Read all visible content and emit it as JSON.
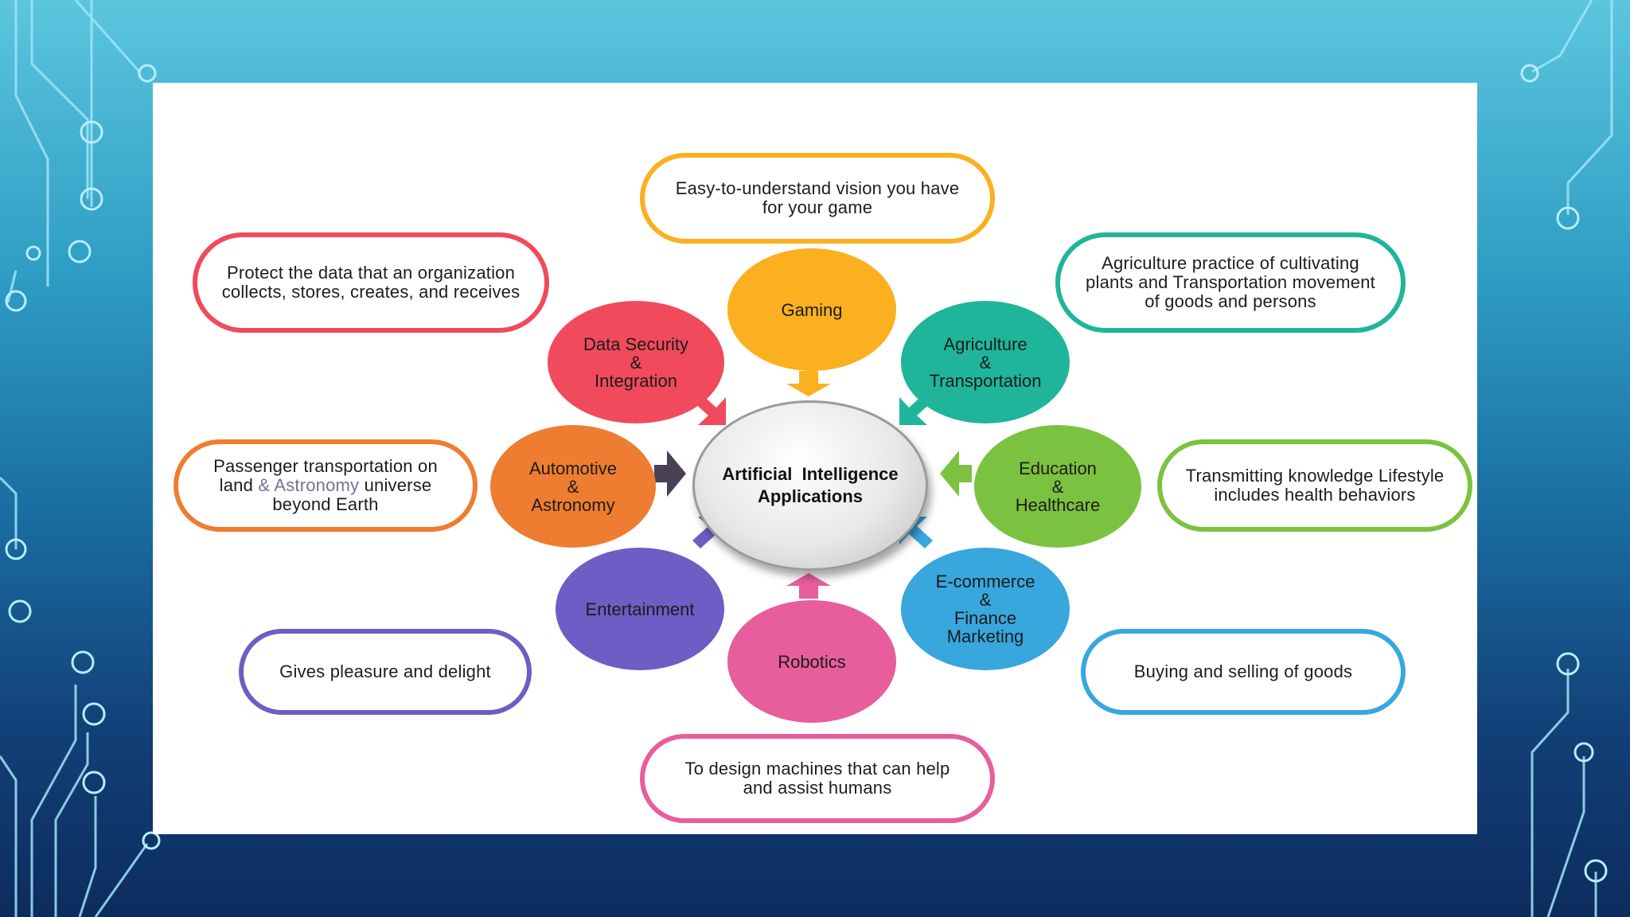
{
  "colors": {
    "gaming": "#fbb01f",
    "data_security": "#f04a5c",
    "agriculture": "#1fb59a",
    "automotive": "#ee7d31",
    "education": "#7cc241",
    "entertainment": "#6f5cc4",
    "robotics": "#e85d9c",
    "ecommerce": "#37a7dd"
  },
  "center": {
    "line1": "Artificial  Intelligence",
    "line2": "Applications"
  },
  "nodes": {
    "gaming": "Gaming",
    "data_security": "Data Security\n&\n Integration",
    "agriculture": "Agriculture\n&\nTransportation",
    "automotive": "Automotive\n&\nAstronomy",
    "education": "Education\n&\nHealthcare",
    "entertainment": "Entertainment",
    "robotics": "Robotics",
    "ecommerce": "E-commerce\n&\nFinance\nMarketing"
  },
  "callouts": {
    "gaming": "Easy-to-understand vision you have\nfor your game",
    "data_security": "Protect the data that an organization\ncollects, stores, creates, and receives",
    "agriculture": "Agriculture practice of cultivating\nplants and Transportation movement\nof goods and persons",
    "automotive_a": "Passenger transportation on\nland ",
    "automotive_b": "& Astronomy",
    "automotive_c": " universe\nbeyond Earth",
    "education": "Transmitting knowledge Lifestyle\nincludes health behaviors",
    "entertainment": "Gives pleasure and delight",
    "ecommerce": "Buying and selling of goods",
    "robotics": "To design machines that can help\nand assist humans"
  }
}
